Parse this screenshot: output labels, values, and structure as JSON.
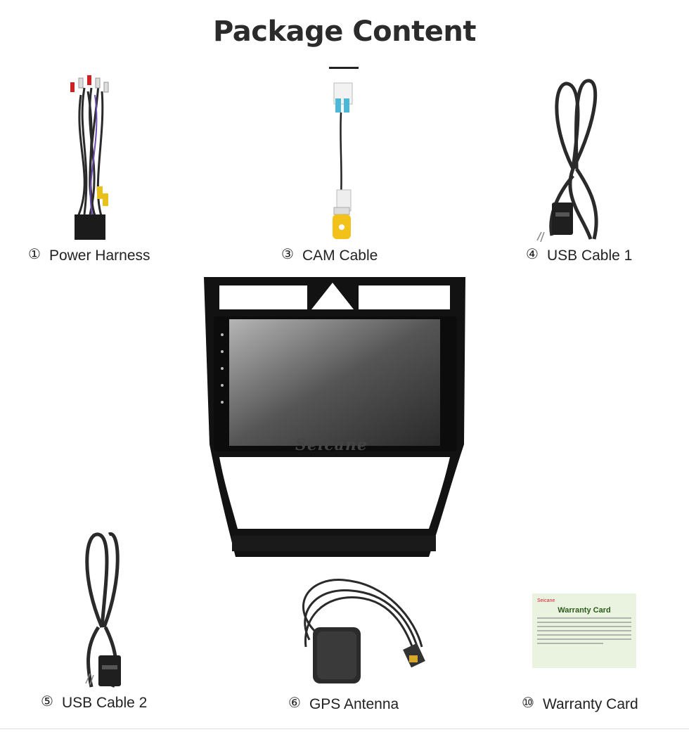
{
  "title": "Package Content",
  "items": [
    {
      "number": "①",
      "label": "Power Harness"
    },
    {
      "number": "③",
      "label": "CAM Cable"
    },
    {
      "number": "④",
      "label": "USB Cable 1"
    },
    {
      "number": "⑤",
      "label": "USB Cable 2"
    },
    {
      "number": "⑥",
      "label": "GPS Antenna"
    },
    {
      "number": "⑩",
      "label": "Warranty Card"
    }
  ],
  "head_unit": {
    "brand": "Seicane"
  },
  "warranty_card": {
    "brand": "Seicane",
    "title": "Warranty Card"
  },
  "icons": [
    "power-harness-image",
    "cam-cable-image",
    "usb-cable-image",
    "gps-antenna-image",
    "head-unit-image",
    "warranty-card-image"
  ]
}
